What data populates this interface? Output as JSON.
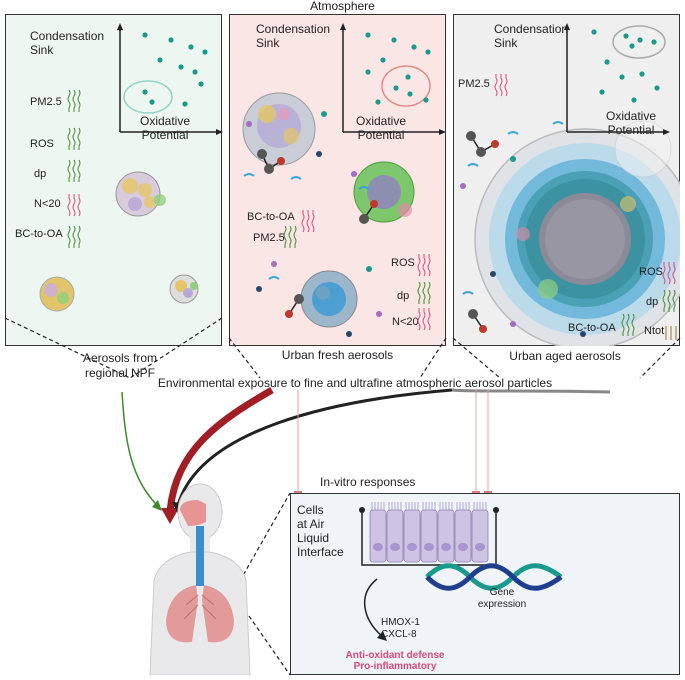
{
  "header": {
    "title": "Atmosphere"
  },
  "axes": {
    "y_label": "Condensation\nSink",
    "x_label": "Oxidative\nPotential"
  },
  "panels": [
    {
      "caption": "Aerosols from\nregional NPF",
      "indicators": [
        "PM2.5",
        "ROS",
        "dp",
        "N<20",
        "BC-to-OA"
      ]
    },
    {
      "caption": "Urban fresh aerosols",
      "indicators": [
        "BC-to-OA",
        "PM2.5",
        "ROS",
        "dp",
        "N<20"
      ]
    },
    {
      "caption": "Urban aged aerosols",
      "indicators": [
        "PM2.5",
        "ROS",
        "dp",
        "BC-to-OA",
        "Ntot"
      ]
    }
  ],
  "exposure": {
    "label": "Environmental exposure to fine and ultrafine atmospheric aerosol particles"
  },
  "invitro": {
    "title": "In-vitro responses",
    "cells_label": "Cells\nat Air\nLiquid\nInterface",
    "gene_label": "Gene\nexpression",
    "genes": "HMOX-1\nCXCL-8",
    "outcome": "Anti-oxidant defense\nPro-inflammatory"
  },
  "colors": {
    "panel1_bg": "#eef6f1",
    "panel2_bg": "#fbe6e6",
    "panel3_bg": "#efefef",
    "dot": "#1a9a8c",
    "arrow_up": "#e0447a",
    "arrow_down": "#3e8a2c",
    "outcome": "#d64a7a"
  }
}
